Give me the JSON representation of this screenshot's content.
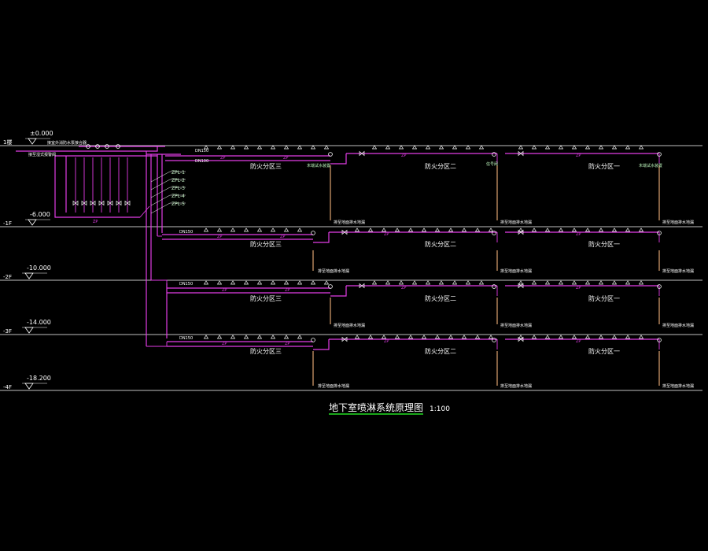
{
  "colors": {
    "background": "#000000",
    "floor_line": "#ffffff",
    "pipe": "#e23ce6",
    "drain": "#f2b27a",
    "sprinkler": "#ffffff",
    "valve": "#ffffff",
    "level_text": "#ffffff",
    "zone_text": "#ffffff",
    "note_text": "#b8f0b8",
    "riser_tag": "#c8f5c8",
    "title": "#ffffff",
    "title_underline": "#22e022"
  },
  "levels": [
    {
      "floor": "1楼",
      "elev": "±0.000"
    },
    {
      "floor": "-1F",
      "elev": "-6.000"
    },
    {
      "floor": "-2F",
      "elev": "-10.000"
    },
    {
      "floor": "-3F",
      "elev": "-14.000"
    },
    {
      "floor": "-4F",
      "elev": "-18.200"
    }
  ],
  "zones": [
    "防火分区三",
    "防火分区二",
    "防火分区一"
  ],
  "risers": [
    "ZPL-1",
    "ZPL-2",
    "ZPL-3",
    "ZPL-4",
    "ZPL-5"
  ],
  "pipe_tag": "ZP",
  "pipe_sizes": [
    "DN150",
    "DN100"
  ],
  "notes": {
    "top_connection": "接室外消防水泵接合器",
    "pump_room": "接至湿式报警阀",
    "drain_note": "排至地面排水地漏",
    "test_valve": "末端试水装置",
    "signal_valve": "信号阀"
  },
  "title": {
    "text": "地下室喷淋系统原理图",
    "scale": "1:100"
  }
}
